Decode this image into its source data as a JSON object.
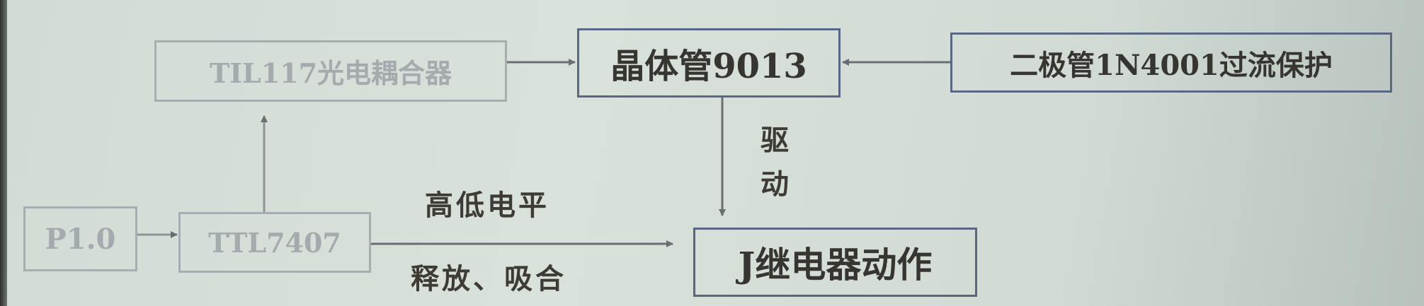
{
  "nodes": {
    "p10": "P1.0",
    "ttl7407": "TTL7407",
    "til117": "TIL117光电耦合器",
    "transistor": "晶体管9013",
    "diode": "二极管1N4001过流保护",
    "relay": "J继电器动作"
  },
  "edge_labels": {
    "level": "高低电平",
    "release_pull": "释放、吸合",
    "drive": "驱动"
  },
  "colors": {
    "background": "#d6e0d8",
    "box_border": "#6f7788",
    "faint_box": "#a7aeb2",
    "text": "#37352f",
    "arrow": "#6a6e72"
  }
}
